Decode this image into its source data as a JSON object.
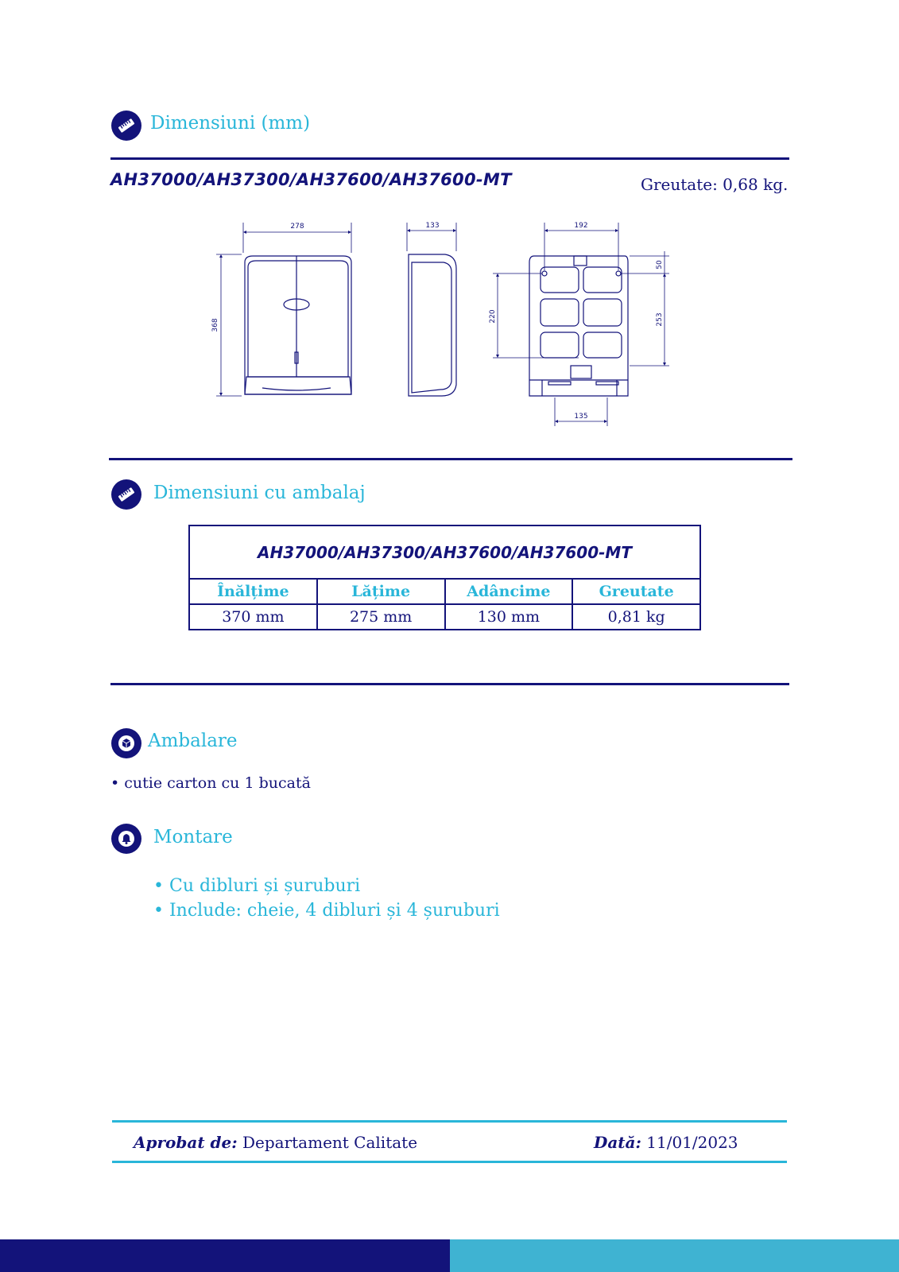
{
  "section_dimensions": {
    "icon": "ruler-icon",
    "title": "Dimensiuni (mm)",
    "model": "AH37000/AH37300/AH37600/AH37600-MT",
    "weight": "Greutate: 0,68 kg."
  },
  "drawing": {
    "front_width": "278",
    "front_height": "368",
    "side_depth": "133",
    "back_hole_spacing": "192",
    "back_top_offset": "50",
    "back_left_height": "220",
    "back_right_height": "253",
    "back_bottom_width": "135"
  },
  "section_packaging_dimensions": {
    "icon": "ruler-icon",
    "title": "Dimensiuni cu ambalaj",
    "table": {
      "model": "AH37000/AH37300/AH37600/AH37600-MT",
      "headers": [
        "Înălțime",
        "Lățime",
        "Adâncime",
        "Greutate"
      ],
      "values": [
        "370 mm",
        "275 mm",
        "130 mm",
        "0,81 kg"
      ]
    }
  },
  "section_packing": {
    "icon": "box-icon",
    "title": "Ambalare",
    "items": [
      "cutie carton cu 1 bucată"
    ]
  },
  "section_mounting": {
    "icon": "bell-icon",
    "title": "Montare",
    "items": [
      "Cu dibluri și șuruburi",
      "Include: cheie, 4 dibluri și 4 șuruburi"
    ]
  },
  "footer": {
    "approved_label": "Aprobat de:",
    "approved_value": "Departament Calitate",
    "date_label": "Dată:",
    "date_value": "11/01/2023"
  },
  "colors": {
    "navy": "#13137a",
    "cyan": "#29b6d9"
  }
}
